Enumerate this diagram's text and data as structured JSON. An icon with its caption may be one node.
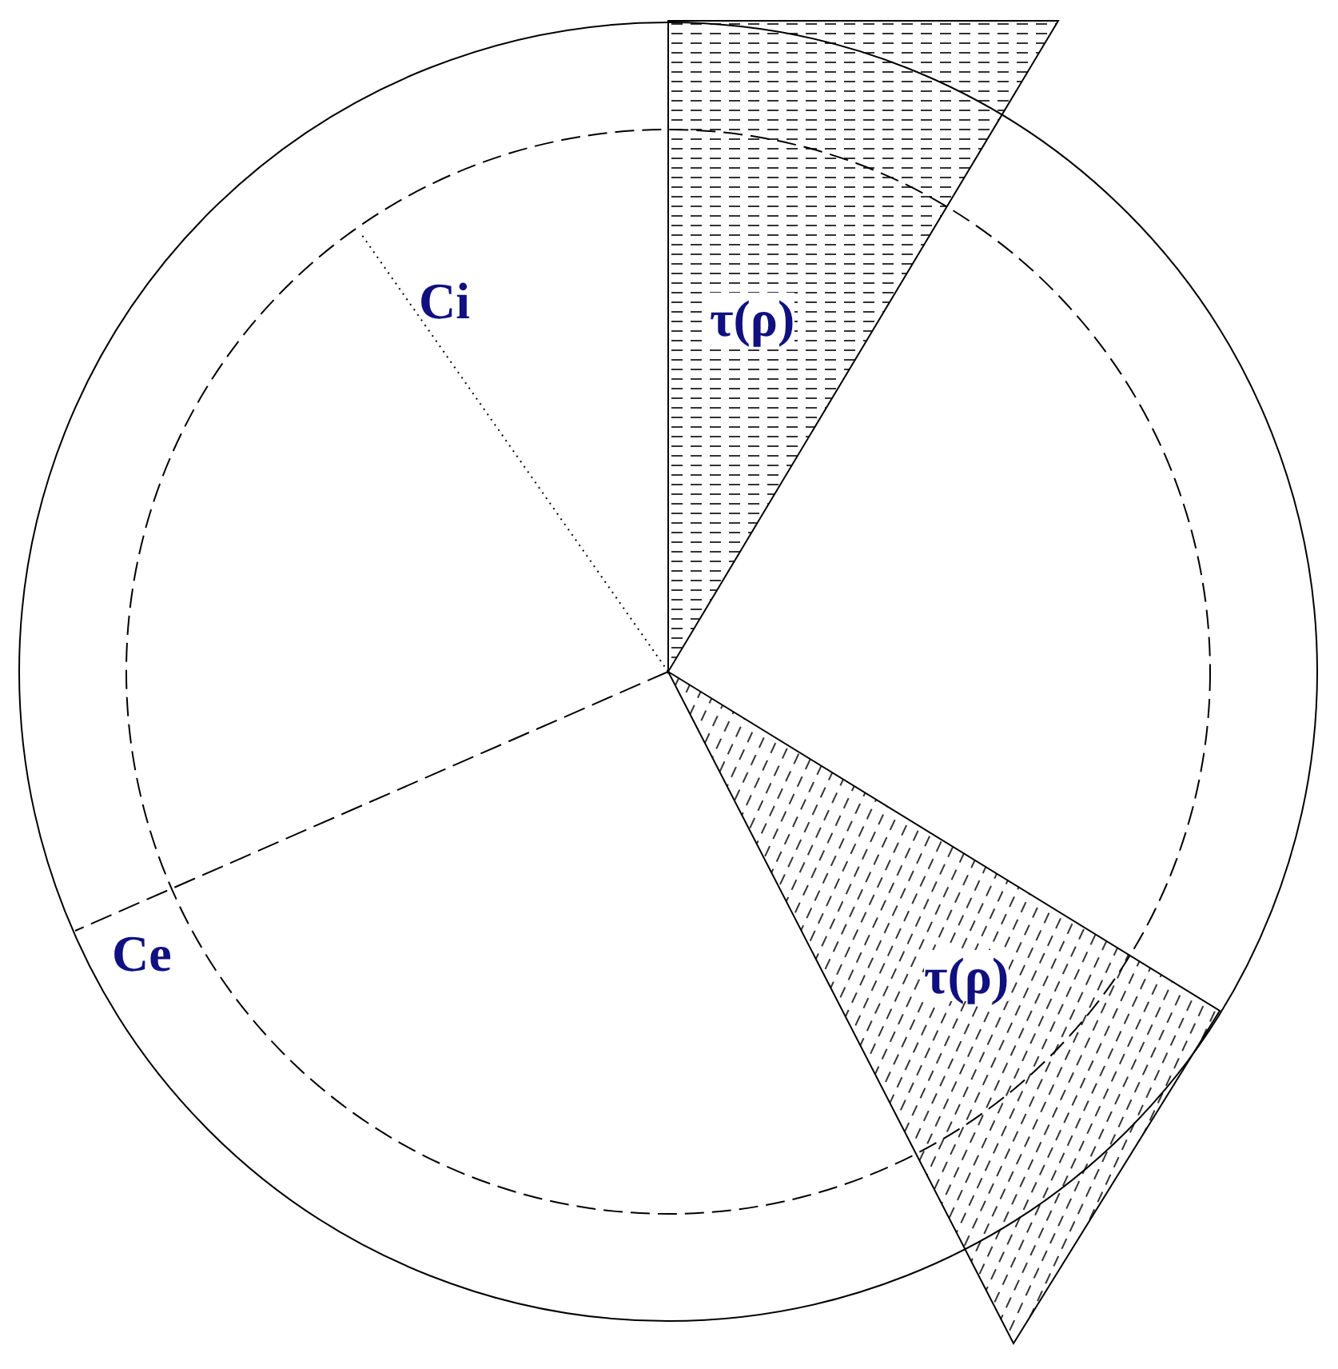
{
  "diagram": {
    "labels": [
      "Ci",
      "τ(ρ)",
      "Ce",
      "τ(ρ)"
    ]
  }
}
